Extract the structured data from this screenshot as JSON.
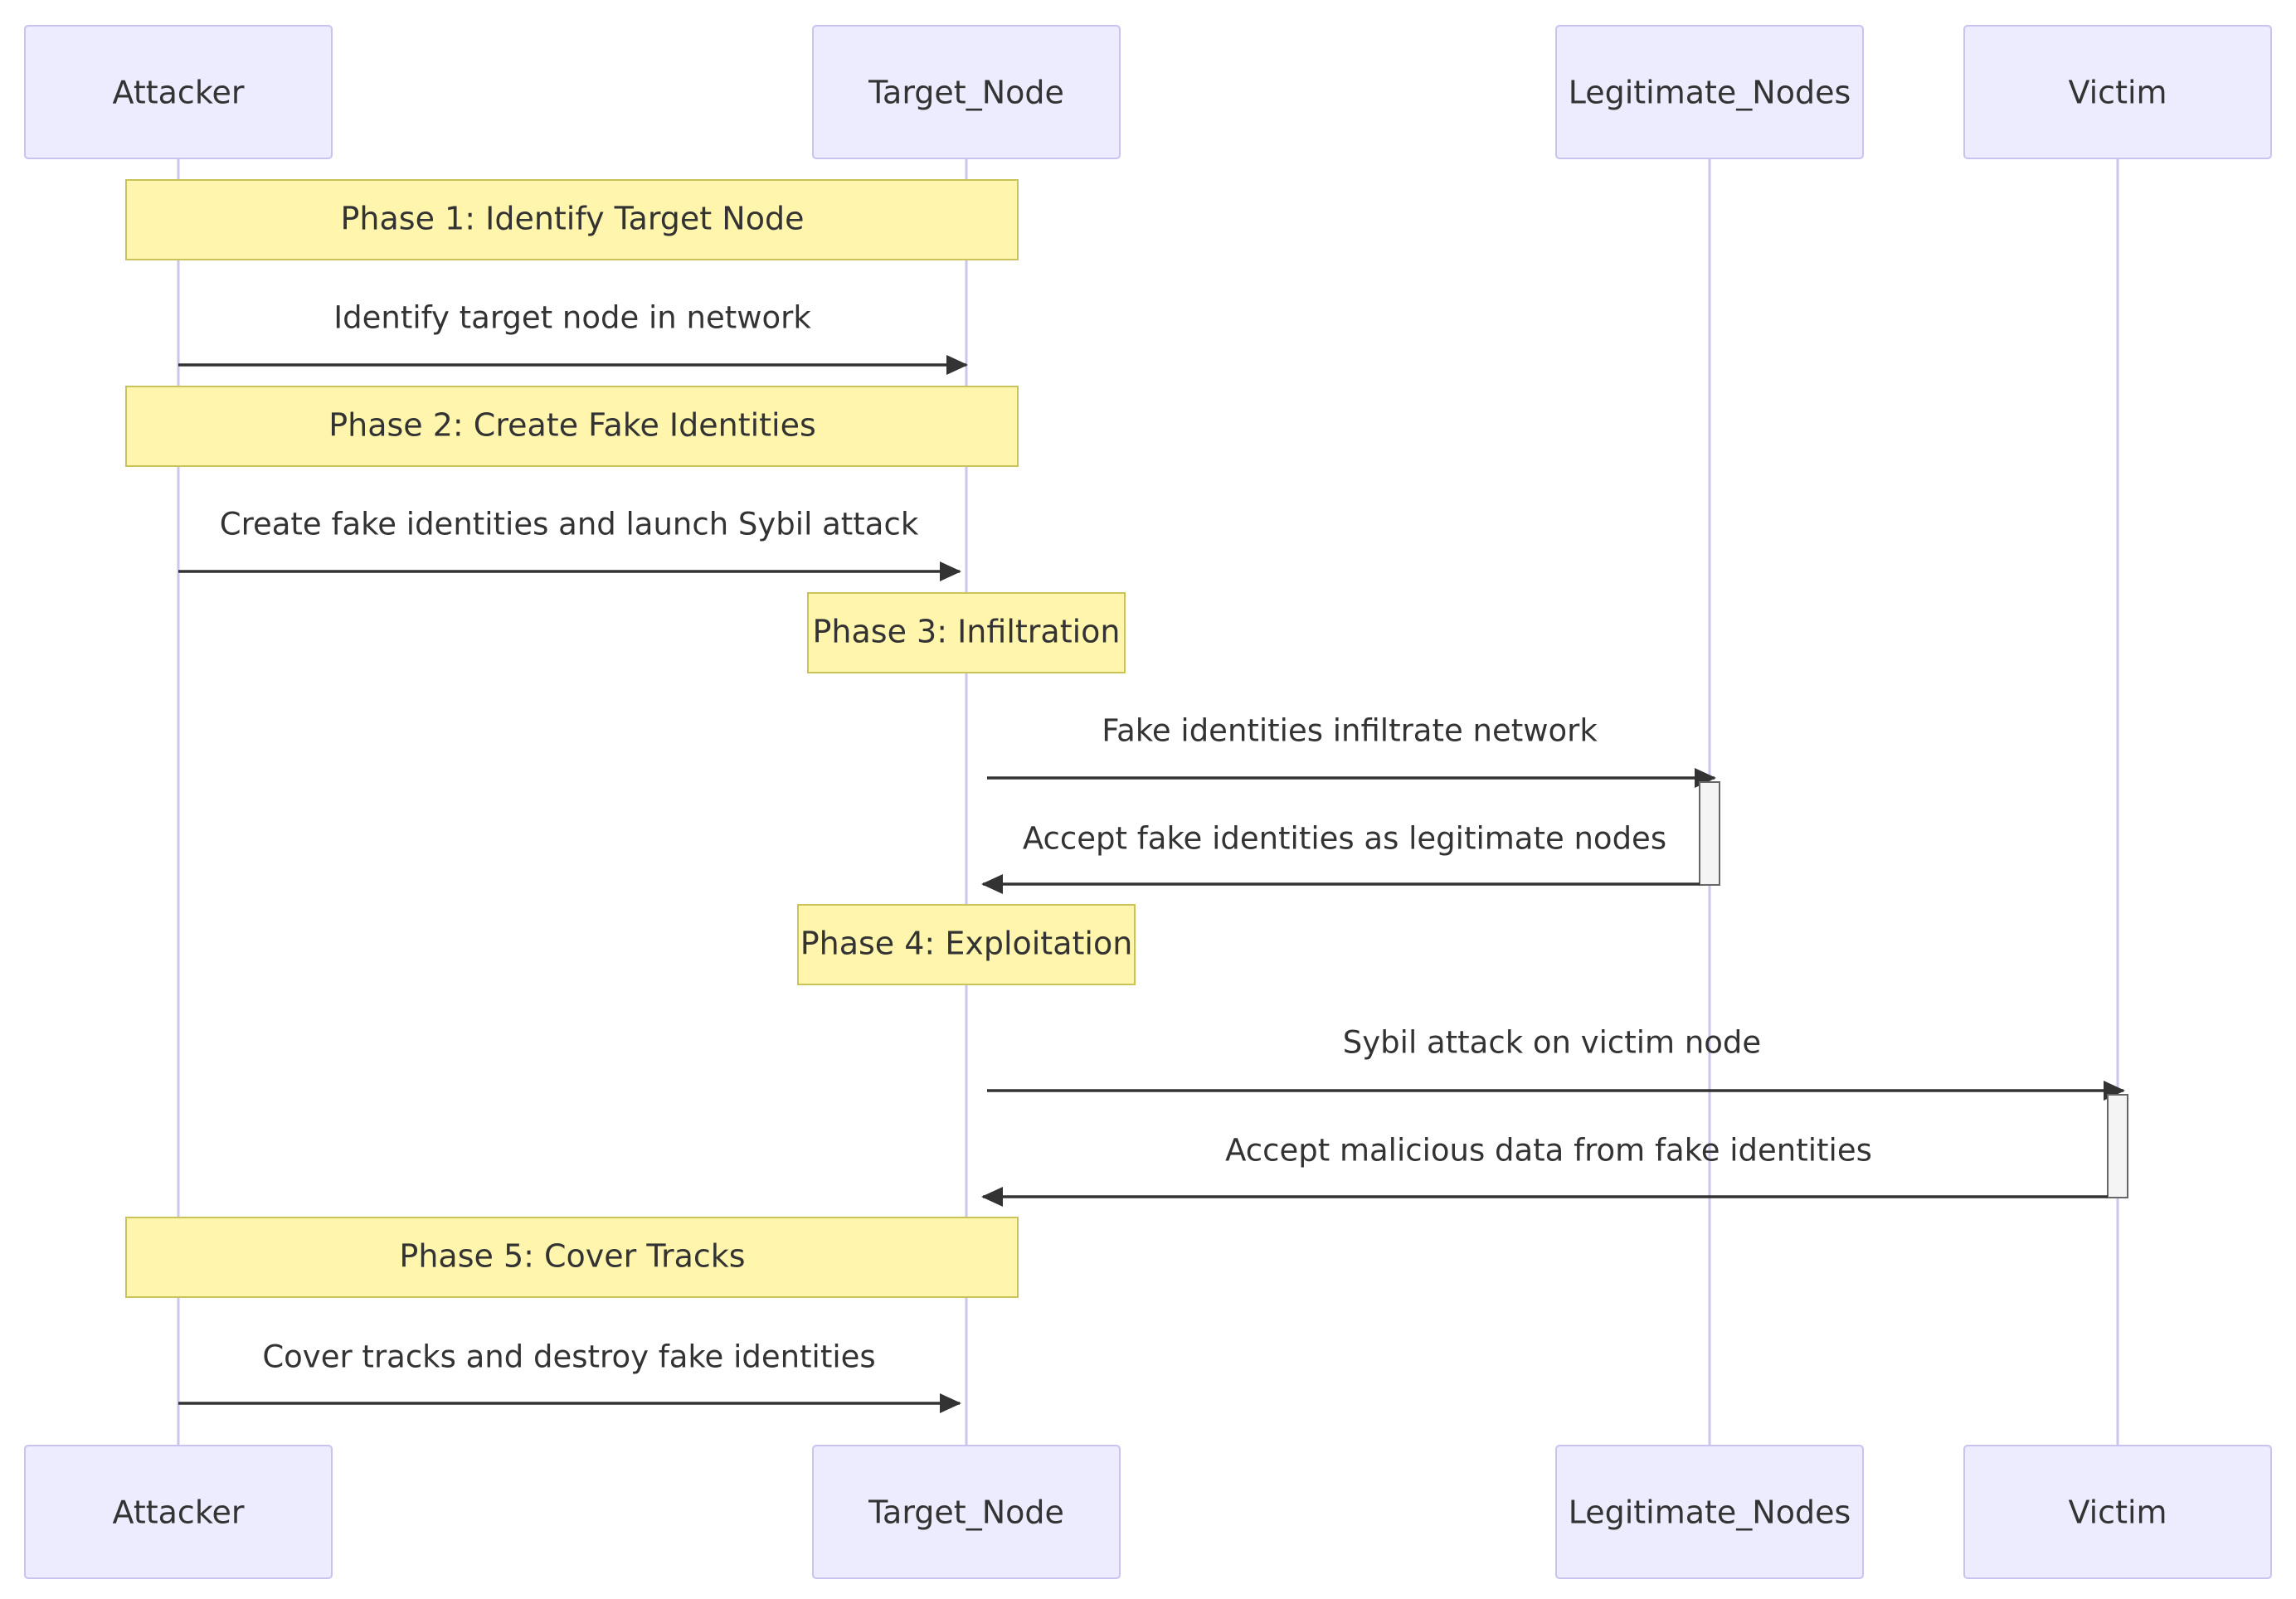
{
  "participants": [
    {
      "id": "attacker",
      "label": "Attacker"
    },
    {
      "id": "target",
      "label": "Target_Node"
    },
    {
      "id": "legit",
      "label": "Legitimate_Nodes"
    },
    {
      "id": "victim",
      "label": "Victim"
    }
  ],
  "notes": [
    {
      "label": "Phase 1: Identify Target Node"
    },
    {
      "label": "Phase 2: Create Fake Identities"
    },
    {
      "label": "Phase 3: Infiltration"
    },
    {
      "label": "Phase 4: Exploitation"
    },
    {
      "label": "Phase 5: Cover Tracks"
    }
  ],
  "messages": [
    {
      "from": "Attacker",
      "to": "Target_Node",
      "label": "Identify target node in network"
    },
    {
      "from": "Attacker",
      "to": "Target_Node",
      "label": "Create fake identities and launch Sybil attack"
    },
    {
      "from": "Target_Node",
      "to": "Legitimate_Nodes",
      "label": "Fake identities infiltrate network"
    },
    {
      "from": "Legitimate_Nodes",
      "to": "Target_Node",
      "label": "Accept fake identities as legitimate nodes"
    },
    {
      "from": "Target_Node",
      "to": "Victim",
      "label": "Sybil attack on victim node"
    },
    {
      "from": "Victim",
      "to": "Target_Node",
      "label": "Accept malicious data from fake identities"
    },
    {
      "from": "Attacker",
      "to": "Target_Node",
      "label": "Cover tracks and destroy fake identities"
    }
  ]
}
